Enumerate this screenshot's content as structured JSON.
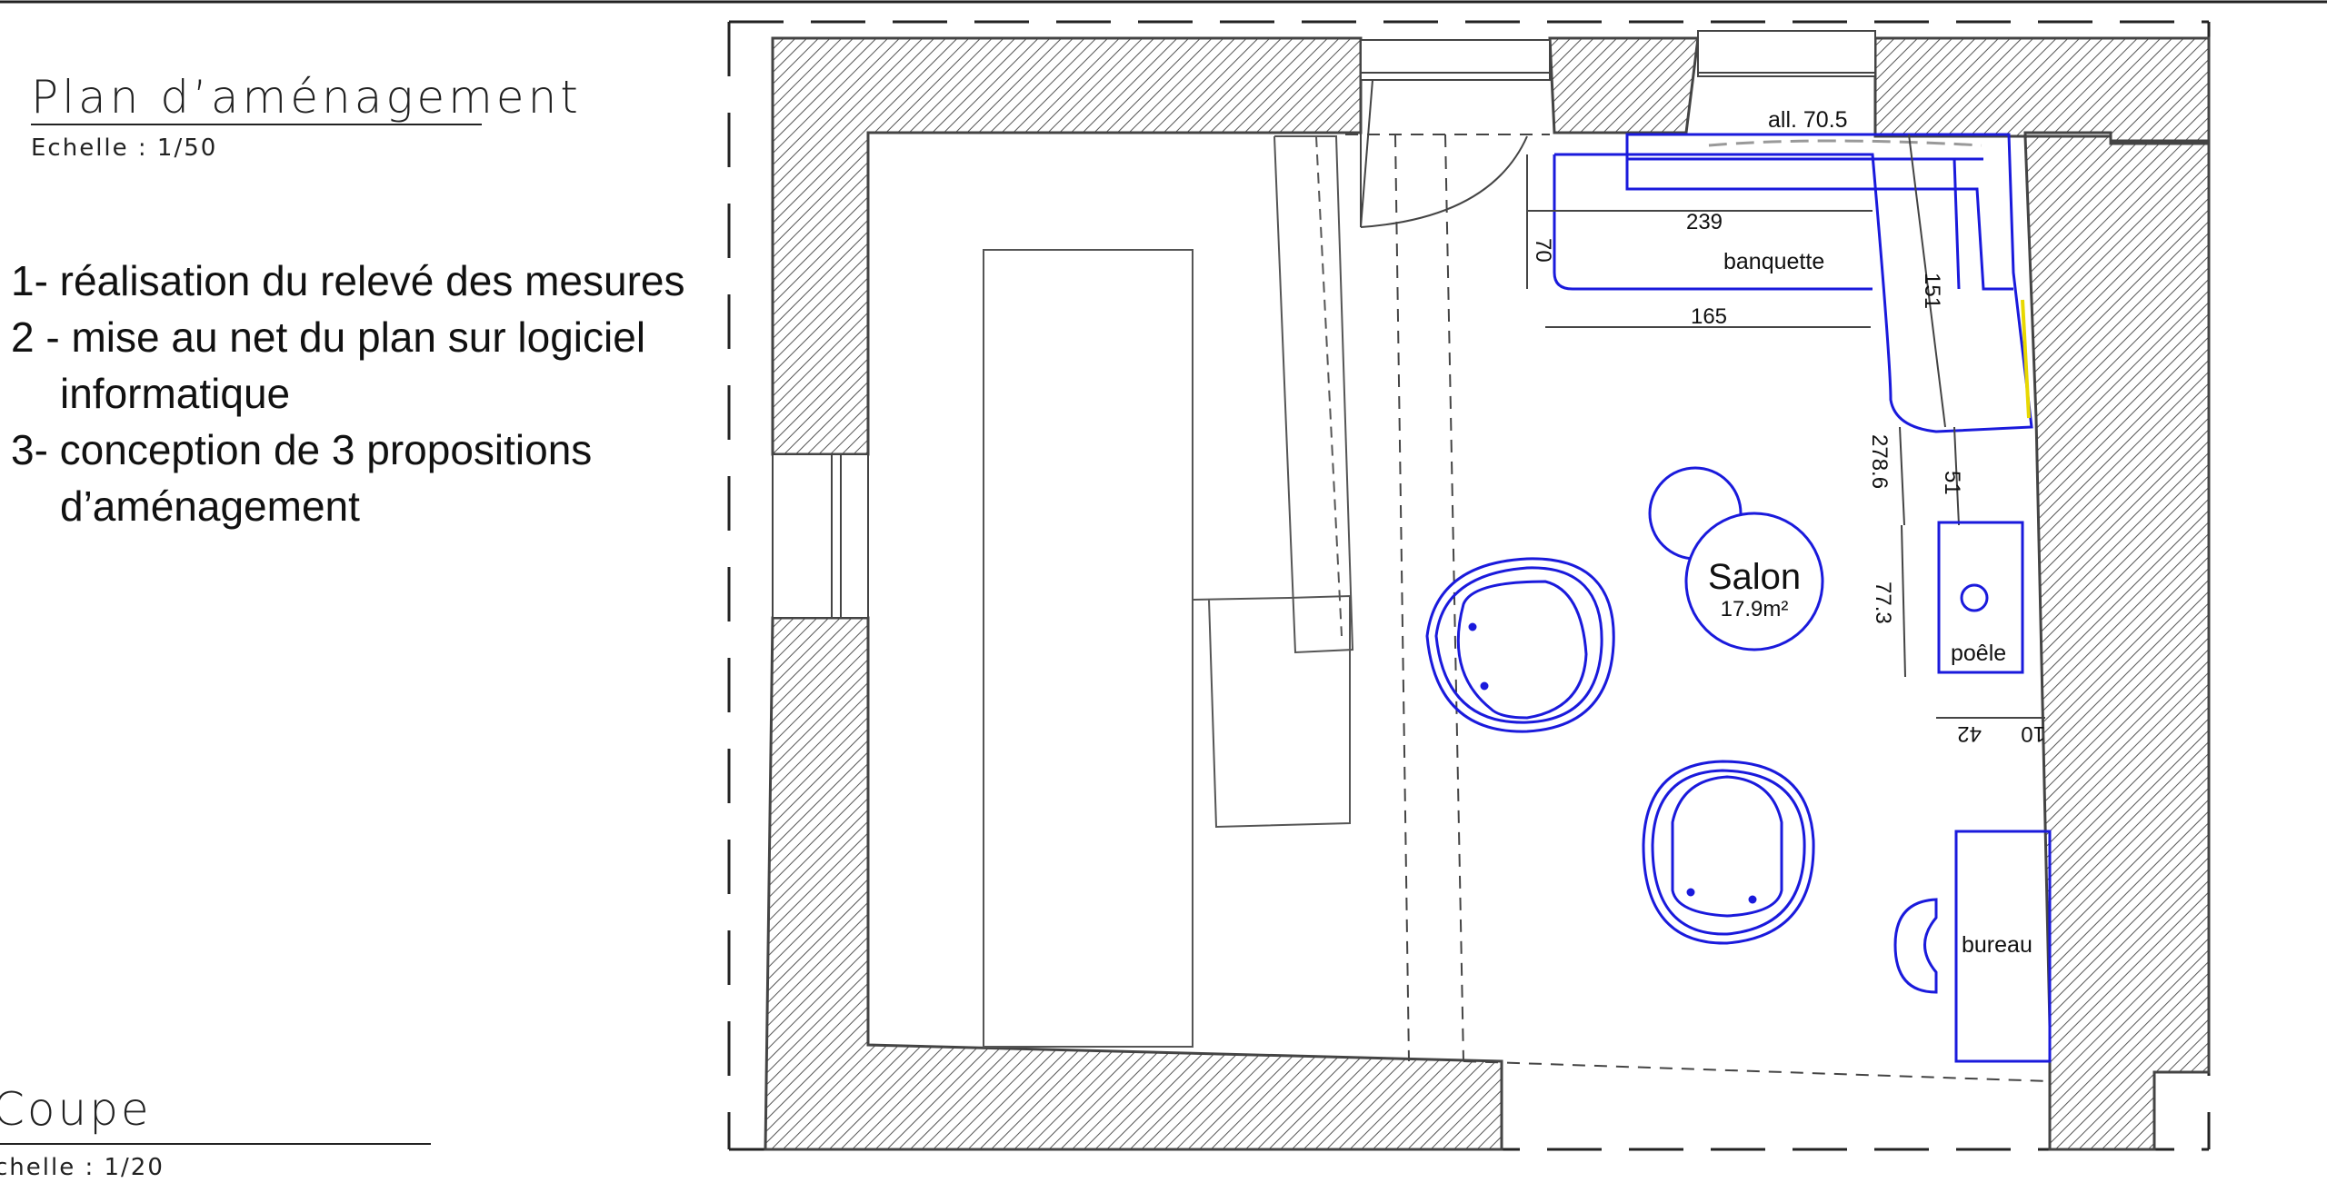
{
  "plan": {
    "title": "Plan  d’aménagement",
    "scale": "Echelle  :  1/50"
  },
  "steps": [
    "1- réalisation du  relevé des mesures",
    "2 - mise au net du plan sur logiciel",
    "informatique",
    "3- conception de 3 propositions",
    "d’aménagement"
  ],
  "coupe": {
    "title": "Coupe",
    "scale": "chelle  :  1/20"
  },
  "floorplan": {
    "room_name": "Salon",
    "room_area": "17.9m²",
    "labels": {
      "allee": "all. 70.5",
      "banquette": "banquette",
      "poele": "poêle",
      "bureau": "bureau"
    },
    "dimensions": {
      "d239": "239",
      "d165": "165",
      "d70": "70",
      "d151": "151",
      "d278": "278.6",
      "d51": "51",
      "d77": "77.3",
      "d42": "42",
      "d10": "10"
    },
    "colors": {
      "furniture": "#1a1adc",
      "walls": "#444444",
      "accent": "#e8d800"
    }
  }
}
